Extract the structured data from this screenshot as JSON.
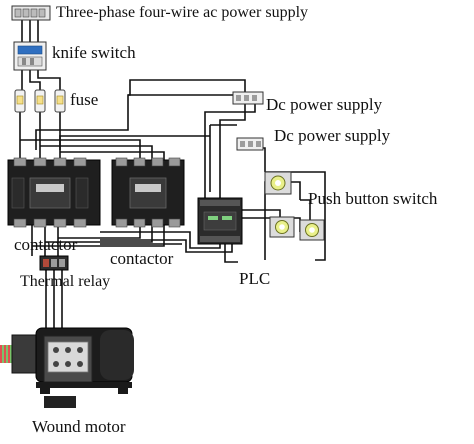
{
  "labels": {
    "power_supply": "Three-phase four-wire ac power supply",
    "knife_switch": "knife switch",
    "fuse": "fuse",
    "dc_power_1": "Dc power supply",
    "dc_power_2": "Dc power supply",
    "push_button": "Push button switch",
    "contactor_1": "contactor",
    "contactor_2": "contactor",
    "thermal_relay": "Thermal relay",
    "plc": "PLC",
    "motor": "Wound motor"
  }
}
